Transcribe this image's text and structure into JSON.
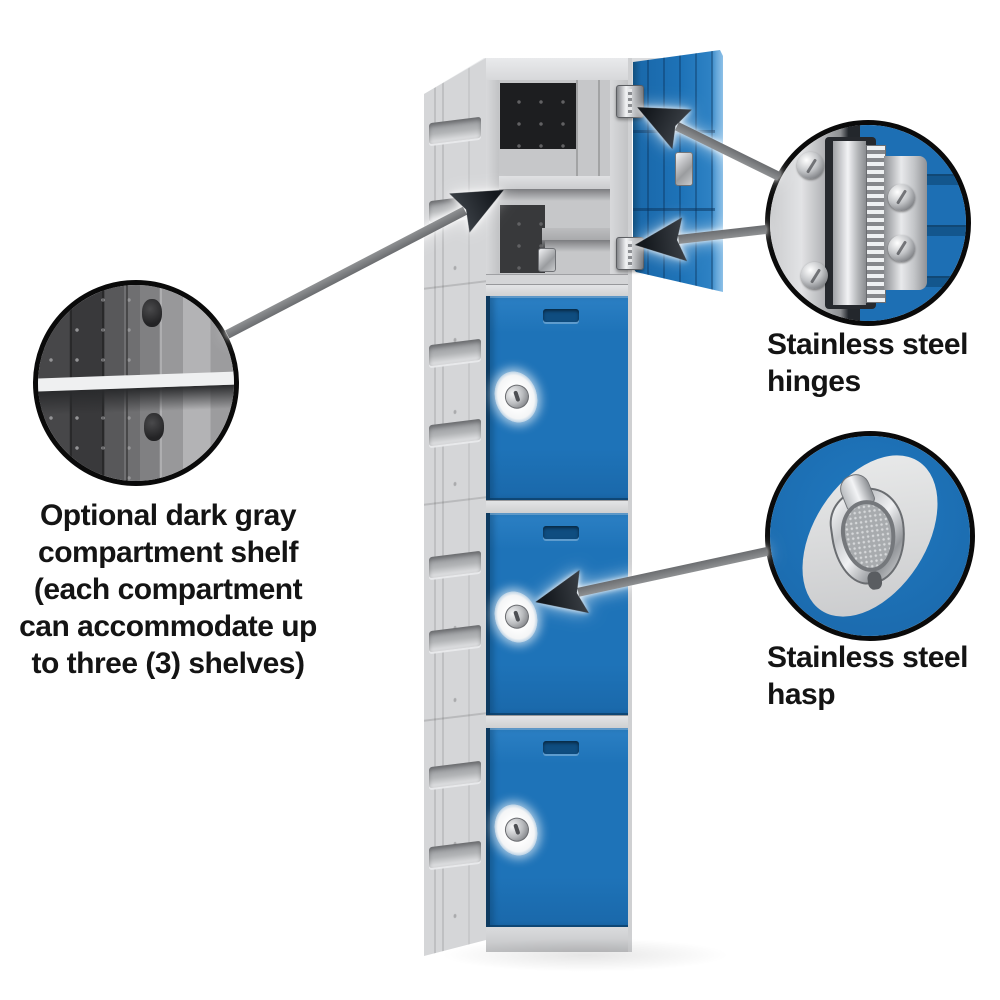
{
  "figure": {
    "type": "product feature callout diagram",
    "subject": "five-tier blue and gray plastic locker with open top compartment"
  },
  "annotations": {
    "shelf": {
      "target": "locker interior compartment shelf",
      "lines": [
        "Optional dark gray",
        "compartment shelf",
        "(each compartment",
        "can accommodate up",
        "to three (3) shelves)"
      ]
    },
    "hinges": {
      "target": "door hinges",
      "lines": [
        "Stainless steel",
        "hinges"
      ]
    },
    "hasp": {
      "target": "door lock hasp",
      "lines": [
        "Stainless steel",
        "hasp"
      ]
    }
  },
  "colors": {
    "background": "#ffffff",
    "door_blue": "#1e73b8",
    "body_gray": "#d5d6d8",
    "frame_gray": "#dfe0e2",
    "arrow_gray": "#7d7f82",
    "arrow_head": "#1e2227",
    "chrome_light": "#f2f3f5",
    "chrome_dark": "#898b8f",
    "circle_border": "#0a0a0a",
    "text": "#141414"
  }
}
